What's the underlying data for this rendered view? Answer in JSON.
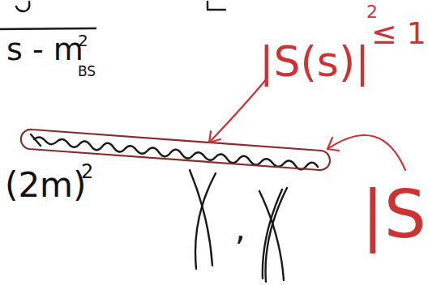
{
  "diagram": {
    "labels": [
      "s - m",
      "2",
      "BS",
      "|S(s)|",
      "2",
      "≤ 1",
      "(2m)",
      "2",
      ",",
      "|S"
    ]
  }
}
